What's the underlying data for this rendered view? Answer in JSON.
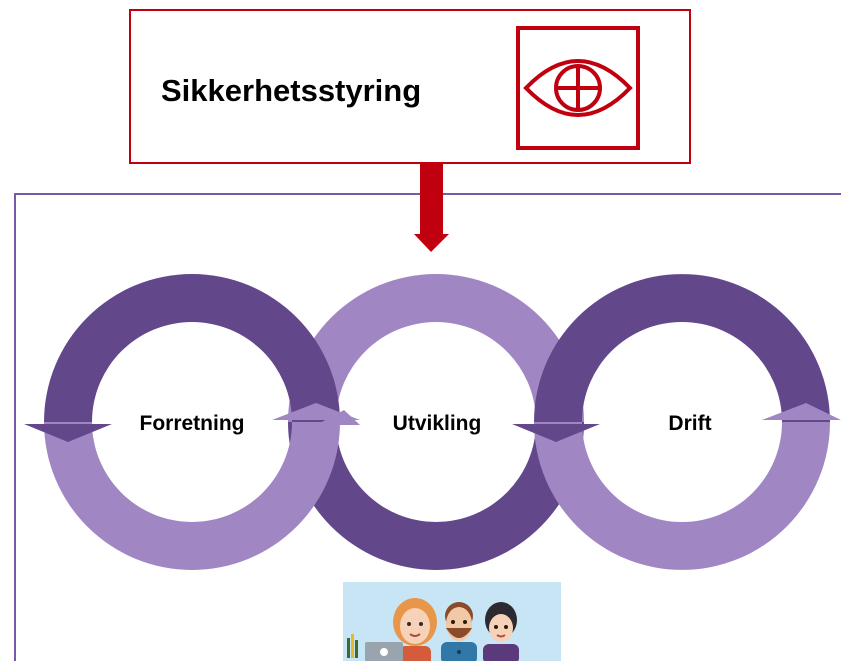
{
  "header": {
    "title": "Sikkerhetsstyring",
    "icon": "eye-crosshair-icon",
    "accent_color": "#c0000f"
  },
  "cycles": [
    {
      "label": "Forretning",
      "top_color": "#63478b",
      "bottom_color": "#a086c3"
    },
    {
      "label": "Utvikling",
      "top_color": "#a086c3",
      "bottom_color": "#63478b"
    },
    {
      "label": "Drift",
      "top_color": "#63478b",
      "bottom_color": "#a086c3"
    }
  ],
  "colors": {
    "dark_purple": "#63478b",
    "light_purple": "#a086c3",
    "frame": "#7a5aa8"
  },
  "illustration": {
    "icon": "team-people-illustration"
  }
}
